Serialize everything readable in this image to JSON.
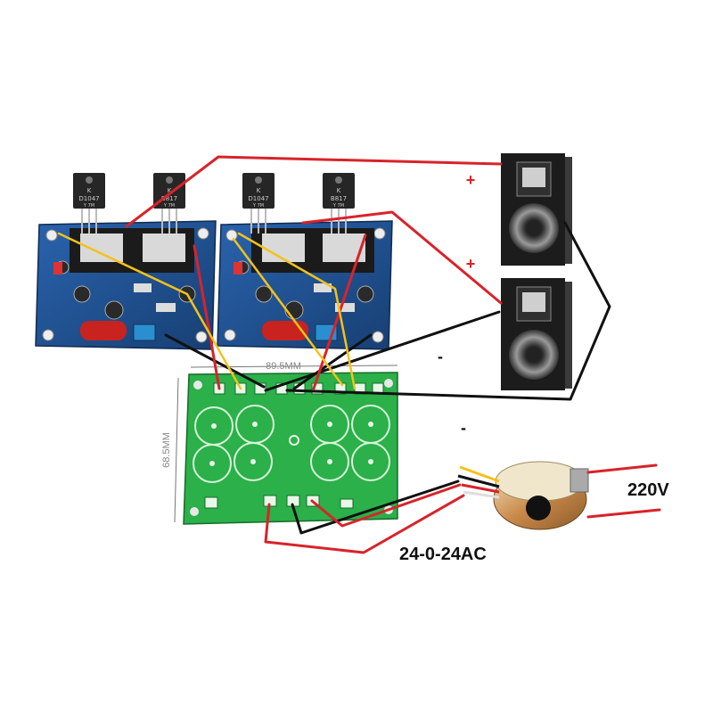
{
  "labels": {
    "mains_voltage": "220V",
    "transformer_output": "24-0-24AC",
    "plus_top": "+",
    "plus_bottom": "+",
    "minus_top": "-",
    "minus_bottom": "-"
  },
  "psu_board": {
    "width_dim": "89.5MM",
    "height_dim": "68.5MM"
  },
  "transistors": {
    "t1": {
      "brand": "K",
      "part": "D1047",
      "sub": "Y 7M"
    },
    "t2": {
      "brand": "K",
      "part": "B817",
      "sub": "Y 7M"
    },
    "t3": {
      "brand": "K",
      "part": "D1047",
      "sub": "Y 7M"
    },
    "t4": {
      "brand": "K",
      "part": "B817",
      "sub": "Y 7M"
    }
  },
  "colors": {
    "wire_red": "#d8232a",
    "wire_black": "#111111",
    "wire_yellow": "#f2c21b",
    "amp_pcb": "#1f4f8f",
    "psu_pcb": "#27a844",
    "speaker_cabinet": "#1a1a1a",
    "toroid_copper": "#c87533"
  },
  "icons": [
    "amp-board-icon",
    "psu-board-icon",
    "speaker-icon",
    "toroidal-transformer-icon",
    "transistor-icon"
  ]
}
